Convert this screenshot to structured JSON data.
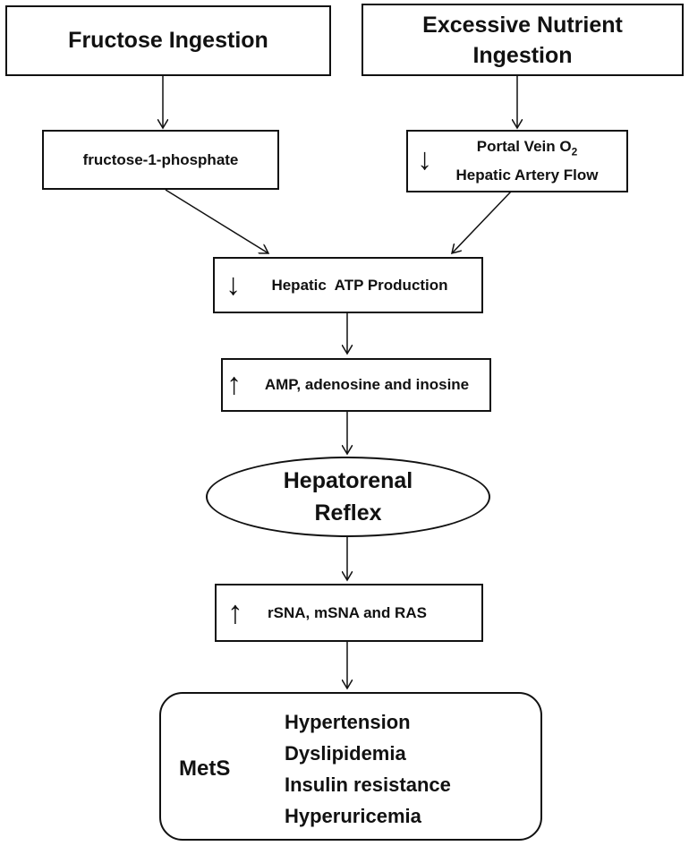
{
  "boxes": {
    "fructose_ingestion": "Fructose Ingestion",
    "excessive_nutrient_line1": "Excessive Nutrient",
    "excessive_nutrient_line2": "Ingestion",
    "fructose_1_phosphate": "fructose-1-phosphate",
    "portal_vein_line1_text": "Portal Vein O",
    "portal_vein_line1_sub": "2",
    "portal_vein_line2": "Hepatic Artery Flow",
    "hepatic_atp": "Hepatic  ATP Production",
    "amp_adenosine": "AMP, adenosine and inosine",
    "hepatorenal_line1": "Hepatorenal",
    "hepatorenal_line2": "Reflex",
    "rsna": "rSNA, mSNA and RAS"
  },
  "mets": {
    "label": "MetS",
    "items": [
      "Hypertension",
      "Dyslipidemia",
      "Insulin resistance",
      "Hyperuricemia"
    ]
  },
  "arrows": {
    "down": "↓",
    "up": "↑"
  }
}
